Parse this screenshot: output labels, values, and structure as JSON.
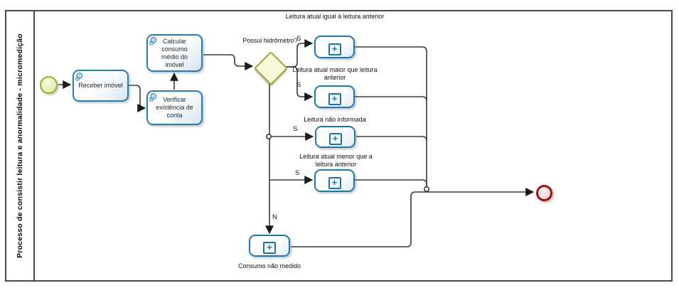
{
  "pool": {
    "title": "Processo de consistir leitura e anormalidade - micromedição"
  },
  "tasks": [
    {
      "label": "Receber imóvel"
    },
    {
      "label": "Verificar existência de conta"
    },
    {
      "label": "Calcular consumo médio do imóvel"
    }
  ],
  "gateway": {
    "question": "Possui hidrômetro?"
  },
  "subprocesses": [
    {
      "label": "Leitura atual igual à leitura anterior"
    },
    {
      "label": "Leitura atual maior que leitura anterior"
    },
    {
      "label": "Leitura não informada"
    },
    {
      "label": "Leitura atual menor que a leitura anterior"
    },
    {
      "label": "Consumo não medido"
    }
  ],
  "branches": {
    "yes_equal": "S",
    "yes_greater": "S",
    "yes_not_informed": "S",
    "yes_less": "S",
    "no": "N"
  },
  "icons": {
    "service_gear": "⚙",
    "subprocess_plus": "+"
  },
  "colors": {
    "task_border": "#2a7cab",
    "subprocess_border": "#1d79a7",
    "gateway_fill": "#f8f8d8",
    "gateway_border": "#9fa233",
    "start_fill": "#e4f2b6",
    "start_border": "#8fae3f",
    "end_fill": "#f6d7d7",
    "end_border": "#8e1818",
    "flow_line": "#3a3a3a"
  }
}
